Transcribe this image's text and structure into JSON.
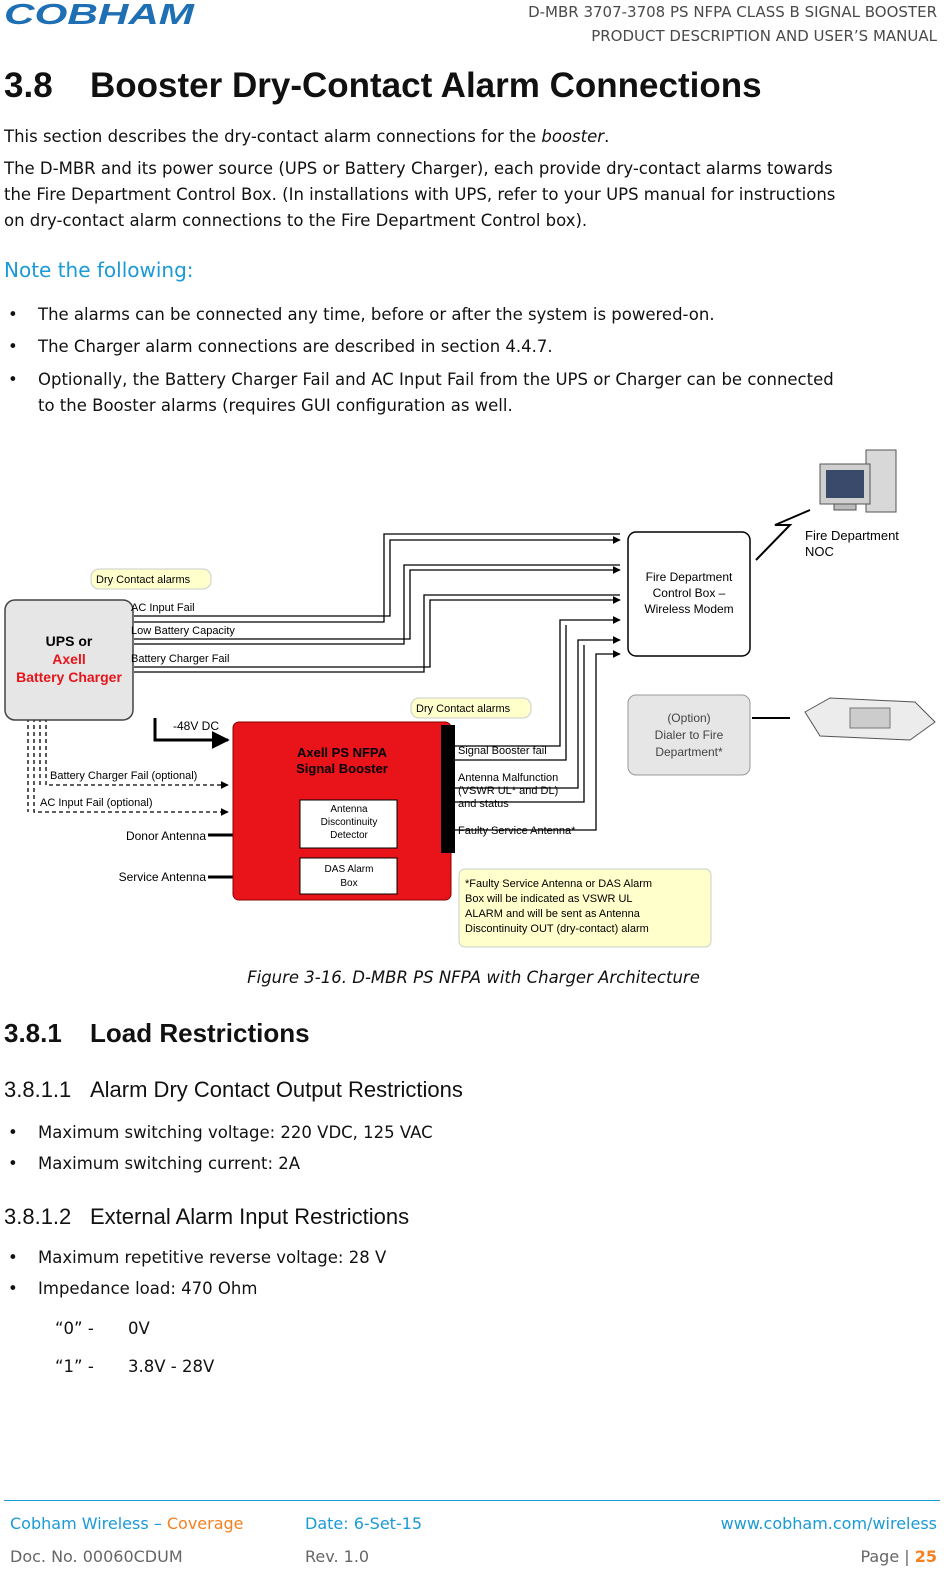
{
  "header": {
    "logo": "COBHAM",
    "title_line1": "D-MBR 3707-3708 PS NFPA CLASS B SIGNAL BOOSTER",
    "title_line2": "PRODUCT DESCRIPTION AND USER’S MANUAL"
  },
  "section": {
    "number": "3.8",
    "title": "Booster Dry-Contact Alarm Connections",
    "intro_prefix": "This section describes the dry-contact alarm connections for the ",
    "intro_emphasis": "booster",
    "intro_suffix": ".",
    "para_line1": "The D-MBR and its power source (UPS or Battery Charger), each provide dry-contact alarms towards",
    "para_line2": "the Fire Department Control Box. (In installations with UPS, refer to your UPS manual for instructions",
    "para_line3": "on dry-contact alarm connections to the Fire Department Control box).",
    "note_heading": "Note the following:",
    "bullets": [
      "The alarms can be connected any time, before or after the system is powered-on.",
      "The Charger alarm connections are described in section 4.4.7.",
      "Optionally, the Battery Charger Fail and AC Input Fail from the UPS or Charger can be connected",
      "to the Booster alarms (requires GUI configuration as well."
    ]
  },
  "diagram": {
    "ups_line1": "UPS or",
    "ups_line2": "Axell",
    "ups_line3": "Battery Charger",
    "dry_contact_1": "Dry Contact alarms",
    "ac_input_fail": "AC Input Fail",
    "low_battery": "Low Battery Capacity",
    "battery_charger_fail": "Battery Charger Fail",
    "dc": "-48V DC",
    "bcf_optional": "Battery Charger Fail (optional)",
    "acf_optional": "AC Input Fail (optional)",
    "donor_antenna": "Donor Antenna",
    "service_antenna": "Service Antenna",
    "booster_line1": "Axell PS NFPA",
    "booster_line2": "Signal Booster",
    "antenna_detector": [
      "Antenna",
      "Discontinuity",
      "Detector"
    ],
    "das_alarm": [
      "DAS Alarm",
      "Box"
    ],
    "dry_contact_2": "Dry Contact alarms",
    "signal_booster_fail": "Signal Booster fail",
    "antenna_malfunction": [
      "Antenna Malfunction",
      "(VSWR UL* and DL)",
      "and status"
    ],
    "faulty_service": "Faulty Service Antenna*",
    "fdcb": [
      "Fire Department",
      "Control Box –",
      "Wireless Modem"
    ],
    "noc": [
      "Fire Department",
      "NOC"
    ],
    "dialer": [
      "(Option)",
      "Dialer to Fire",
      "Department*"
    ],
    "footnote": [
      "*Faulty Service Antenna or DAS Alarm",
      "Box will be indicated as VSWR UL",
      "ALARM and will be sent as Antenna",
      "Discontinuity OUT (dry-contact) alarm"
    ]
  },
  "figure_caption": "Figure 3-16. D-MBR PS NFPA with Charger Architecture",
  "load": {
    "number": "3.8.1",
    "title": "Load Restrictions",
    "sub1_number": "3.8.1.1",
    "sub1_title": "Alarm Dry Contact Output Restrictions",
    "sub1_bullets": [
      "Maximum switching voltage: 220 VDC, 125 VAC",
      "Maximum switching current: 2A"
    ],
    "sub2_number": "3.8.1.2",
    "sub2_title": "External Alarm Input Restrictions",
    "sub2_bullets": [
      "Maximum repetitive reverse voltage: 28 V",
      "Impedance load: 470 Ohm"
    ],
    "levels": [
      {
        "label": "“0” -",
        "value": "0V"
      },
      {
        "label": "“1” -",
        "value": "3.8V - 28V"
      }
    ]
  },
  "footer": {
    "company": "Cobham Wireless",
    "dash": " – ",
    "division": "Coverage",
    "date": "Date: 6-Set-15",
    "url": "www.cobham.com/wireless",
    "doc": "Doc. No. 00060CDUM",
    "rev": "Rev. 1.0",
    "page_label": "Page | ",
    "page_num": "25"
  },
  "colors": {
    "accent_blue": "#1a9ad6",
    "logo_blue": "#1f6fb4",
    "orange": "#f58020",
    "booster_red": "#e8141a"
  }
}
